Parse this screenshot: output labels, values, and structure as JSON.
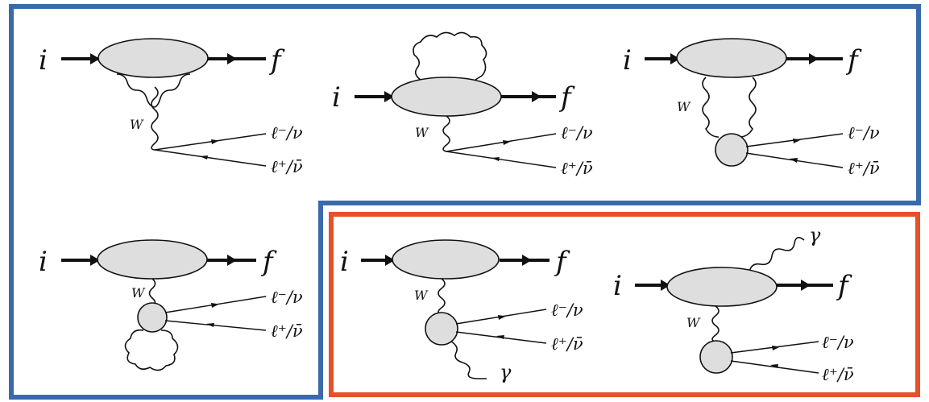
{
  "labels": {
    "initial": "i",
    "final": "f",
    "w_boson": "W",
    "lepton_minus": "ℓ⁻/ν",
    "lepton_plus": "ℓ⁺/ν̄",
    "photon": "γ"
  },
  "colors": {
    "blue_frame": "#3a6aaa",
    "red_frame": "#e5512a",
    "blob_fill": "#dedede",
    "line": "#111111"
  }
}
